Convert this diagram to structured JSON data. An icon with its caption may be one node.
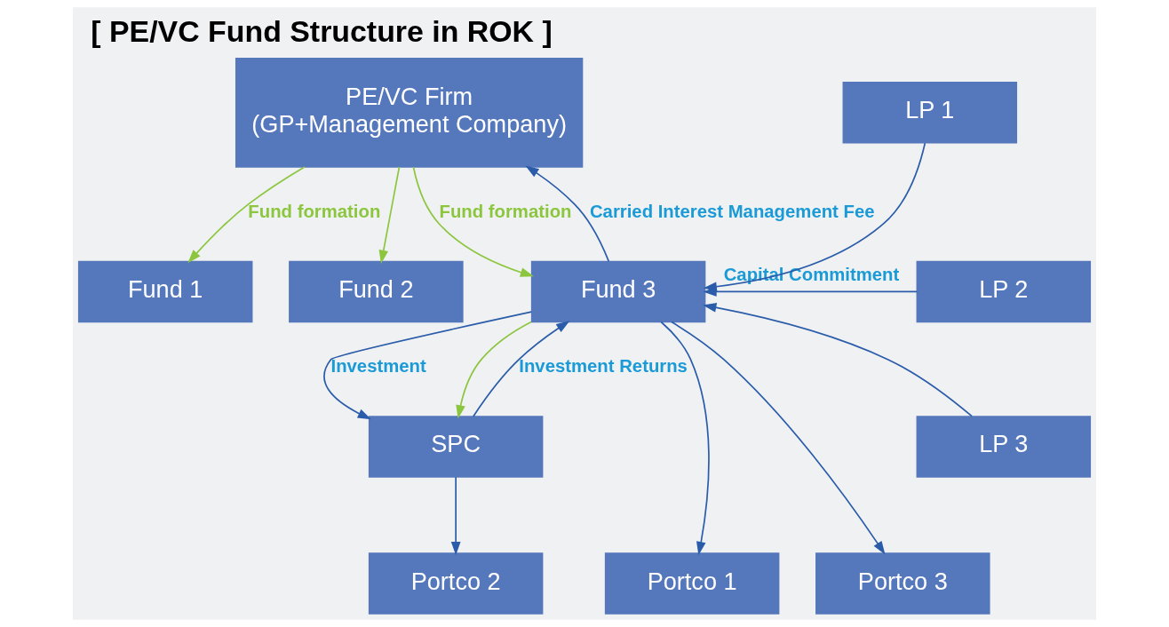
{
  "diagram": {
    "title": "[ PE/VC Fund Structure in ROK ]",
    "nodes": [
      {
        "text": [
          "PE/VC Firm",
          "(GP+Management Company)"
        ]
      },
      {
        "text": [
          "Fund 1"
        ]
      },
      {
        "text": [
          "Fund 2"
        ]
      },
      {
        "text": [
          "Fund 3"
        ]
      },
      {
        "text": [
          "LP 1"
        ]
      },
      {
        "text": [
          "LP 2"
        ]
      },
      {
        "text": [
          "LP 3"
        ]
      },
      {
        "text": [
          "SPC"
        ]
      },
      {
        "text": [
          "Portco 1"
        ]
      },
      {
        "text": [
          "Portco 2"
        ]
      },
      {
        "text": [
          "Portco 3"
        ]
      }
    ],
    "edges": [
      {
        "from": 0,
        "to": 1,
        "arrow": "to",
        "label": "Fund formation",
        "color": "#8cc63f"
      },
      {
        "from": 0,
        "to": 2,
        "arrow": "to",
        "color": "#8cc63f"
      },
      {
        "from": 0,
        "to": 3,
        "arrow": "to",
        "label": "Fund formation",
        "color": "#8cc63f"
      },
      {
        "from": 3,
        "to": 0,
        "arrow": "to",
        "label": "Carried Interest Management Fee"
      },
      {
        "from": 4,
        "to": 3,
        "arrow": "to"
      },
      {
        "from": 5,
        "to": 3,
        "arrow": "to",
        "label": "Capital Commitment"
      },
      {
        "from": 6,
        "to": 3,
        "arrow": "to"
      },
      {
        "from": 3,
        "to": 7,
        "arrow": "to",
        "label": "Investment"
      },
      {
        "from": 3,
        "to": 7,
        "arrow": "to",
        "color": "#8cc63f"
      },
      {
        "from": 7,
        "to": 3,
        "arrow": "to",
        "label": "Investment Returns"
      },
      {
        "from": 3,
        "to": 8,
        "arrow": "to"
      },
      {
        "from": 7,
        "to": 9,
        "arrow": "to"
      },
      {
        "from": 3,
        "to": 10,
        "arrow": "to"
      }
    ]
  }
}
